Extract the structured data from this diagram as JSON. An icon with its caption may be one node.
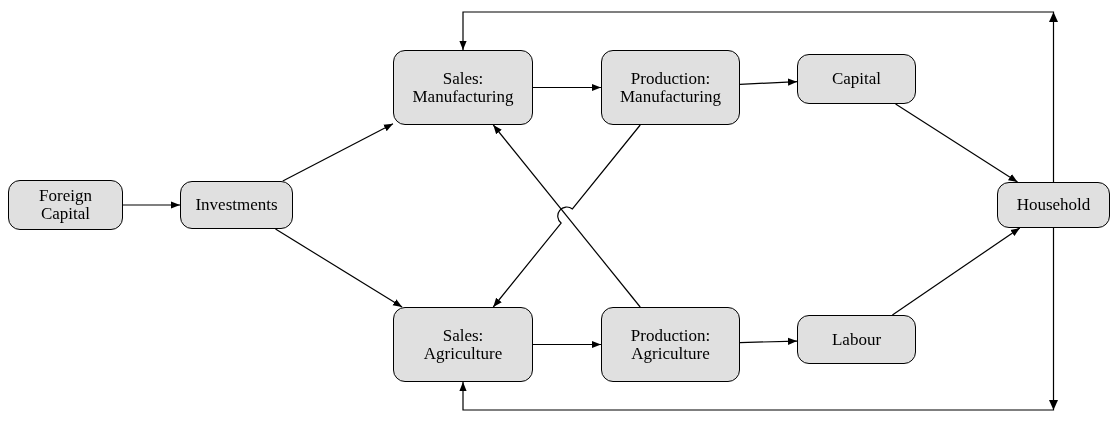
{
  "diagram": {
    "nodes": [
      {
        "text": [
          "Foreign Capital"
        ]
      },
      {
        "text": [
          "Investments"
        ]
      },
      {
        "text": [
          "Sales: Manufacturing"
        ]
      },
      {
        "text": [
          "Production: Manufacturing"
        ]
      },
      {
        "text": [
          "Capital"
        ]
      },
      {
        "text": [
          "Sales: Agriculture"
        ]
      },
      {
        "text": [
          "Production: Agriculture"
        ]
      },
      {
        "text": [
          "Labour"
        ]
      },
      {
        "text": [
          "Household"
        ]
      }
    ],
    "edges": [
      {
        "from": 0,
        "to": 1,
        "arrow": "to"
      },
      {
        "from": 1,
        "to": 2,
        "arrow": "to"
      },
      {
        "from": 1,
        "to": 5,
        "arrow": "to"
      },
      {
        "from": 2,
        "to": 3,
        "arrow": "to"
      },
      {
        "from": 3,
        "to": 4,
        "arrow": "to"
      },
      {
        "from": 4,
        "to": 8,
        "arrow": "to"
      },
      {
        "from": 5,
        "to": 6,
        "arrow": "to"
      },
      {
        "from": 6,
        "to": 7,
        "arrow": "to"
      },
      {
        "from": 7,
        "to": 8,
        "arrow": "to"
      },
      {
        "from": 3,
        "to": 5,
        "arrow": "to"
      },
      {
        "from": 6,
        "to": 2,
        "arrow": "to"
      },
      {
        "from": 8,
        "to": 2,
        "arrow": "to"
      },
      {
        "from": 8,
        "to": 5,
        "arrow": "to"
      }
    ]
  }
}
